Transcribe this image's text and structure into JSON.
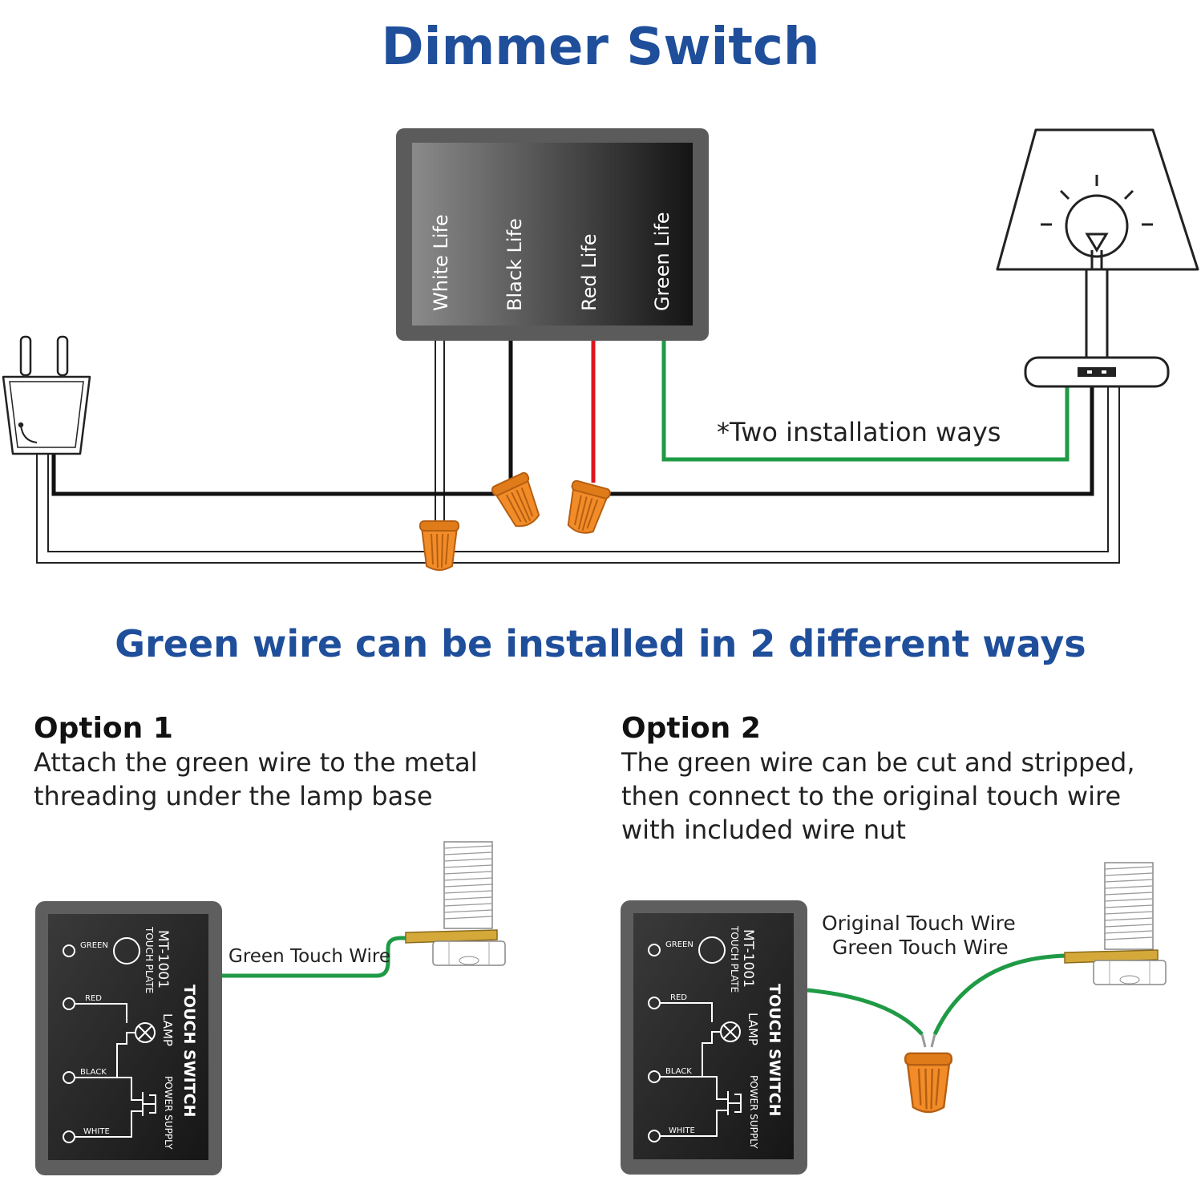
{
  "title": "Dimmer Switch",
  "subtitle": "Green wire can be installed in 2 different ways",
  "dimmer": {
    "labels": [
      "White Life",
      "Black Life",
      "Red Life",
      "Green Life"
    ]
  },
  "note": "*Two installation ways",
  "option1": {
    "heading": "Option 1",
    "lines": [
      "Attach the  green  wire to the metal",
      "threading under the lamp base"
    ],
    "wire_label": "Green Touch Wire"
  },
  "option2": {
    "heading": "Option 2",
    "lines": [
      "The green  wire can be cut and stripped,",
      "then connect to the original touch wire",
      "with included wire nut"
    ],
    "wire_label_1": "Original Touch Wire",
    "wire_label_2": "Green Touch Wire"
  },
  "touch_module": {
    "terminals": [
      "GREEN",
      "RED",
      "BLACK",
      "WHITE"
    ],
    "model": "MT-1001",
    "plate": "TOUCH PLATE",
    "name": "TOUCH SWITCH",
    "lamp": "LAMP",
    "power": "POWER SUPPLY"
  },
  "colors": {
    "title_blue": "#1f4e9b",
    "green_wire": "#1f9a45",
    "red_wire": "#e0141b",
    "wire_nut": "#f28c28"
  }
}
